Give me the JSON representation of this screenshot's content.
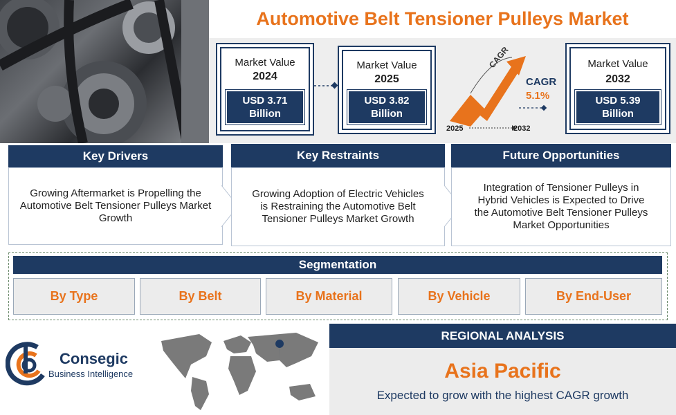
{
  "title": "Automotive Belt Tensioner Pulleys Market",
  "metrics": [
    {
      "label": "Market Value",
      "year": "2024",
      "value": "USD 3.71\nBillion"
    },
    {
      "label": "Market Value",
      "year": "2025",
      "value": "USD 3.82\nBillion"
    },
    {
      "label": "Market Value",
      "year": "2032",
      "value": "USD 5.39\nBillion"
    }
  ],
  "cagr": {
    "arc_label": "CAGR",
    "label": "CAGR",
    "value": "5.1%",
    "start_year": "2025",
    "end_year": "2032"
  },
  "key_drivers": {
    "header": "Key Drivers",
    "text": "Growing Aftermarket is Propelling the Automotive Belt Tensioner Pulleys Market Growth"
  },
  "key_restraints": {
    "header": "Key Restraints",
    "text": "Growing Adoption of Electric Vehicles is Restraining the Automotive Belt Tensioner Pulleys Market Growth"
  },
  "future_opportunities": {
    "header": "Future Opportunities",
    "text": "Integration of Tensioner Pulleys in Hybrid Vehicles is Expected to Drive the Automotive Belt Tensioner Pulleys Market Opportunities"
  },
  "segmentation": {
    "header": "Segmentation",
    "items": [
      "By Type",
      "By Belt",
      "By Material",
      "By Vehicle",
      "By End-User"
    ]
  },
  "logo": {
    "name": "Consegic",
    "tagline": "Business Intelligence"
  },
  "regional": {
    "header": "REGIONAL ANALYSIS",
    "region": "Asia Pacific",
    "note": "Expected to grow with the highest CAGR growth"
  },
  "colors": {
    "navy": "#1e3a62",
    "orange": "#e8731c",
    "grey": "#ececec"
  }
}
